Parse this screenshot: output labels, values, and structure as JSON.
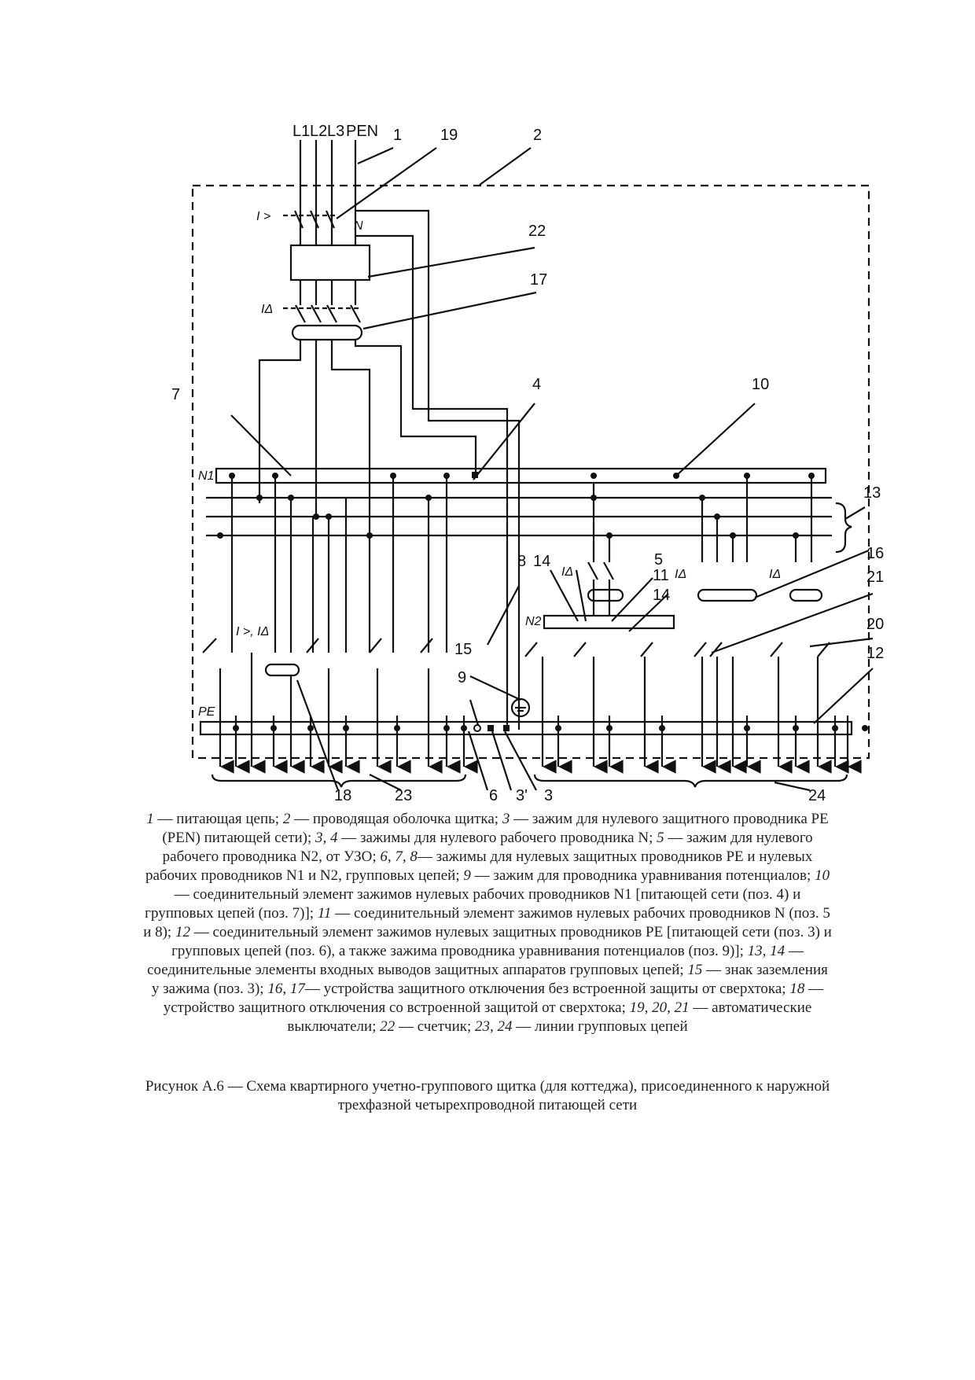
{
  "diagram": {
    "inputs": [
      "L1",
      "L2",
      "L3",
      "PEN"
    ],
    "bus_labels": {
      "n1": "N1",
      "n2": "N2",
      "pe": "PE",
      "n_tap": "N"
    },
    "device_labels": {
      "overcurrent": "I >",
      "rcd": "IΔ",
      "combo": "I >, IΔ"
    },
    "callouts": {
      "c1": "1",
      "c2": "2",
      "c19": "19",
      "c22": "22",
      "c17": "17",
      "c7": "7",
      "c4": "4",
      "c10": "10",
      "c13": "13",
      "c8": "8",
      "c14a": "14",
      "c5": "5",
      "c11": "11",
      "c14b": "14",
      "c16": "16",
      "c21": "21",
      "c20": "20",
      "c12": "12",
      "c15": "15",
      "c9": "9",
      "c18": "18",
      "c23": "23",
      "c6": "6",
      "c3p": "3'",
      "c3": "3",
      "c24": "24"
    }
  },
  "legend": [
    {
      "n": "1",
      "t": " — питающая цепь; "
    },
    {
      "n": "2",
      "t": " — проводящая оболочка щитка; "
    },
    {
      "n": "3",
      "t": " — зажим для нулевого защитного проводника PE (PEN) питающей сети); "
    },
    {
      "n": "3, 4",
      "t": " — зажимы для нулевого рабочего проводника N; "
    },
    {
      "n": "5",
      "t": " — зажим для нулевого рабочего проводника N2, от УЗО; "
    },
    {
      "n": "6, 7, 8",
      "t": "— зажимы для нулевых защитных проводников PE и нулевых рабочих проводников N1 и N2, групповых цепей; "
    },
    {
      "n": "9",
      "t": " — зажим для проводника уравнивания потенциалов; "
    },
    {
      "n": "10",
      "t": " — соединительный элемент зажимов нулевых рабочих проводников N1 [питающей сети (поз. 4) и групповых цепей (поз. 7)]; "
    },
    {
      "n": "11",
      "t": " — соединительный элемент зажимов нулевых рабочих проводников N (поз. 5 и 8); "
    },
    {
      "n": "12",
      "t": " — соединительный элемент зажимов нулевых защитных проводников PE [питающей сети (поз. 3) и групповых цепей (поз. 6), а также зажима проводника уравнивания потенциалов (поз. 9)]; "
    },
    {
      "n": "13, 14",
      "t": " — соединительные элементы входных выводов защитных аппаратов групповых цепей; "
    },
    {
      "n": "15",
      "t": " — знак заземления у зажима (поз. 3); "
    },
    {
      "n": "16, 17",
      "t": "— устройства защитного отключения без встроенной защиты от сверхтока; "
    },
    {
      "n": "18",
      "t": " — устройство защитного отключения со встроенной защитой от сверхтока; "
    },
    {
      "n": "19, 20, 21",
      "t": " — автоматические выключатели; "
    },
    {
      "n": "22",
      "t": " — счетчик; "
    },
    {
      "n": "23, 24",
      "t": " — линии групповых цепей"
    }
  ],
  "caption": "Рисунок А.6 — Схема квартирного учетно-группового щитка (для коттеджа), присоединенного к наружной трехфазной четырехпроводной питающей сети"
}
